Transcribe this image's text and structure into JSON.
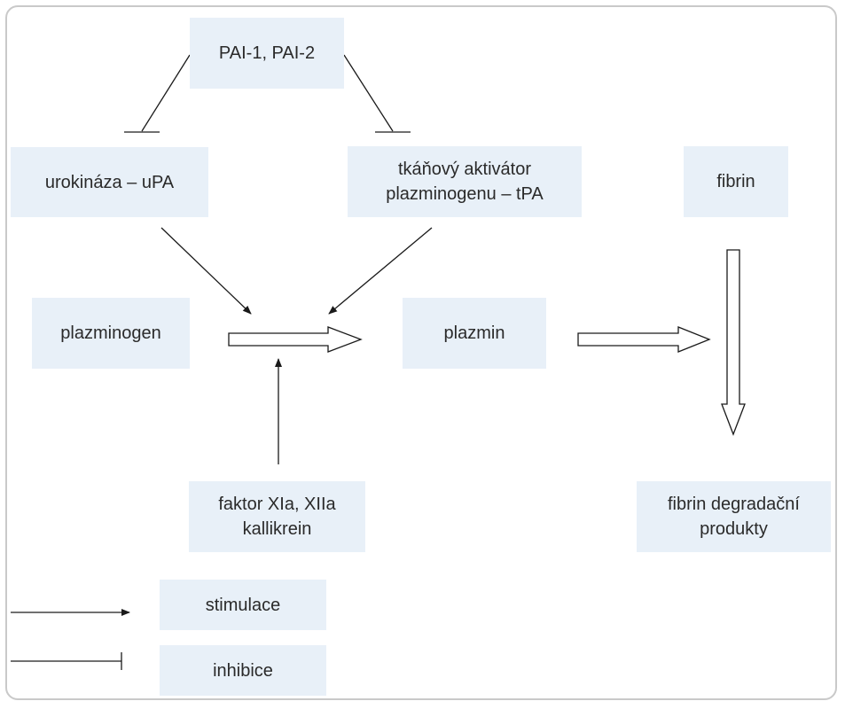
{
  "nodes": {
    "pai": "PAI-1, PAI-2",
    "upa": "urokináza – uPA",
    "tpa_line1": "tkáňový aktivátor",
    "tpa_line2": "plazminogenu – tPA",
    "fibrin": "fibrin",
    "plazminogen": "plazminogen",
    "plazmin": "plazmin",
    "faktor_line1": "faktor XIa, XIIa",
    "faktor_line2": "kallikrein",
    "fdp_line1": "fibrin degradační",
    "fdp_line2": "produkty"
  },
  "legend": {
    "stimulation": "stimulace",
    "inhibition": "inhibice"
  },
  "colors": {
    "box": "#e8f0f8",
    "line": "#1a1a1a",
    "frame": "#c9c9c9"
  }
}
